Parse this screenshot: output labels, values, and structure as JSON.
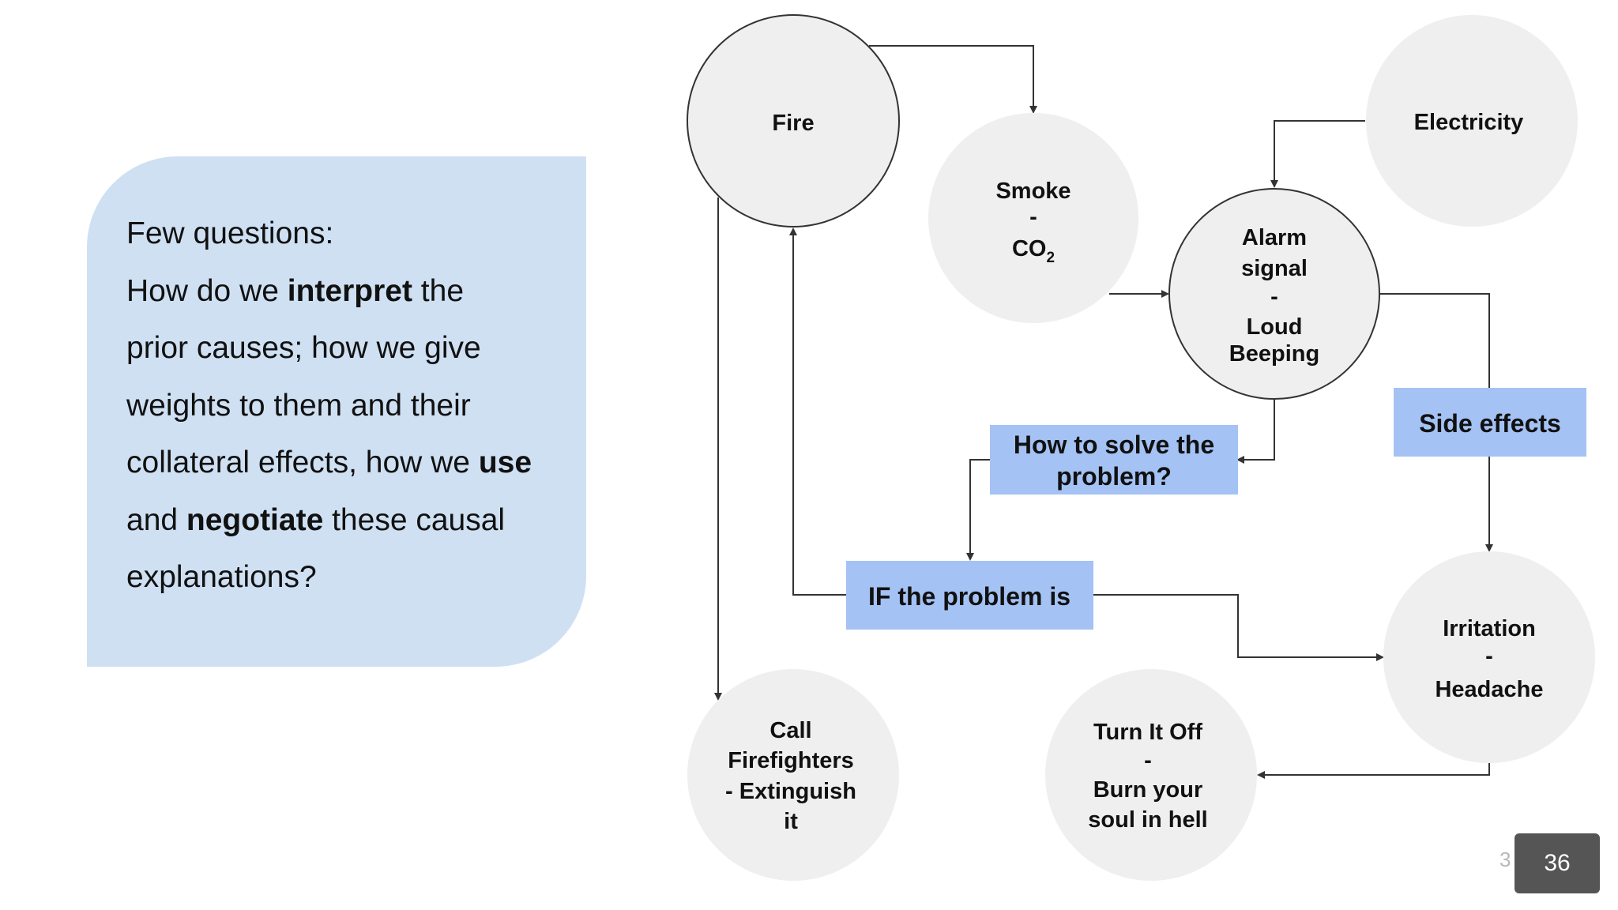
{
  "questions": {
    "lines": [
      [
        {
          "t": "Few questions:",
          "b": false
        }
      ],
      [
        {
          "t": "How do we ",
          "b": false
        },
        {
          "t": "interpret",
          "b": true
        },
        {
          "t": " the",
          "b": false
        }
      ],
      [
        {
          "t": "prior causes; how we give",
          "b": false
        }
      ],
      [
        {
          "t": "weights to them and their",
          "b": false
        }
      ],
      [
        {
          "t": "collateral effects, how we ",
          "b": false
        },
        {
          "t": "use",
          "b": true
        }
      ],
      [
        {
          "t": "and ",
          "b": false
        },
        {
          "t": "negotiate",
          "b": true
        },
        {
          "t": " these causal",
          "b": false
        }
      ],
      [
        {
          "t": "explanations?",
          "b": false
        }
      ]
    ]
  },
  "diagram": {
    "nodes": {
      "fire": {
        "lines": [
          "Fire"
        ]
      },
      "smoke": {
        "lines": [
          "Smoke",
          "-"
        ],
        "formula": {
          "base": "CO",
          "sub": "2"
        }
      },
      "electricity": {
        "lines": [
          "Electricity"
        ]
      },
      "alarm": {
        "lines": [
          "Alarm",
          "signal",
          "-",
          "Loud",
          "Beeping"
        ]
      },
      "irritation": {
        "lines": [
          "Irritation",
          "-",
          "Headache"
        ]
      },
      "call": {
        "lines": [
          "Call",
          "Firefighters",
          "- Extinguish",
          "it"
        ]
      },
      "turnoff": {
        "lines": [
          "Turn It Off",
          "-",
          "Burn your",
          "soul in hell"
        ]
      }
    },
    "labels": {
      "how_to_solve": [
        "How to solve the",
        "problem?"
      ],
      "if_problem": [
        "IF the problem is"
      ],
      "side_effects": [
        "Side effects"
      ]
    }
  },
  "page": {
    "ghost": "3",
    "number": "36"
  },
  "colors": {
    "box_blue": "#a4c2f4",
    "question_bg": "#cfe0f3",
    "circle_fill": "#efefef",
    "page_box": "#555555"
  }
}
